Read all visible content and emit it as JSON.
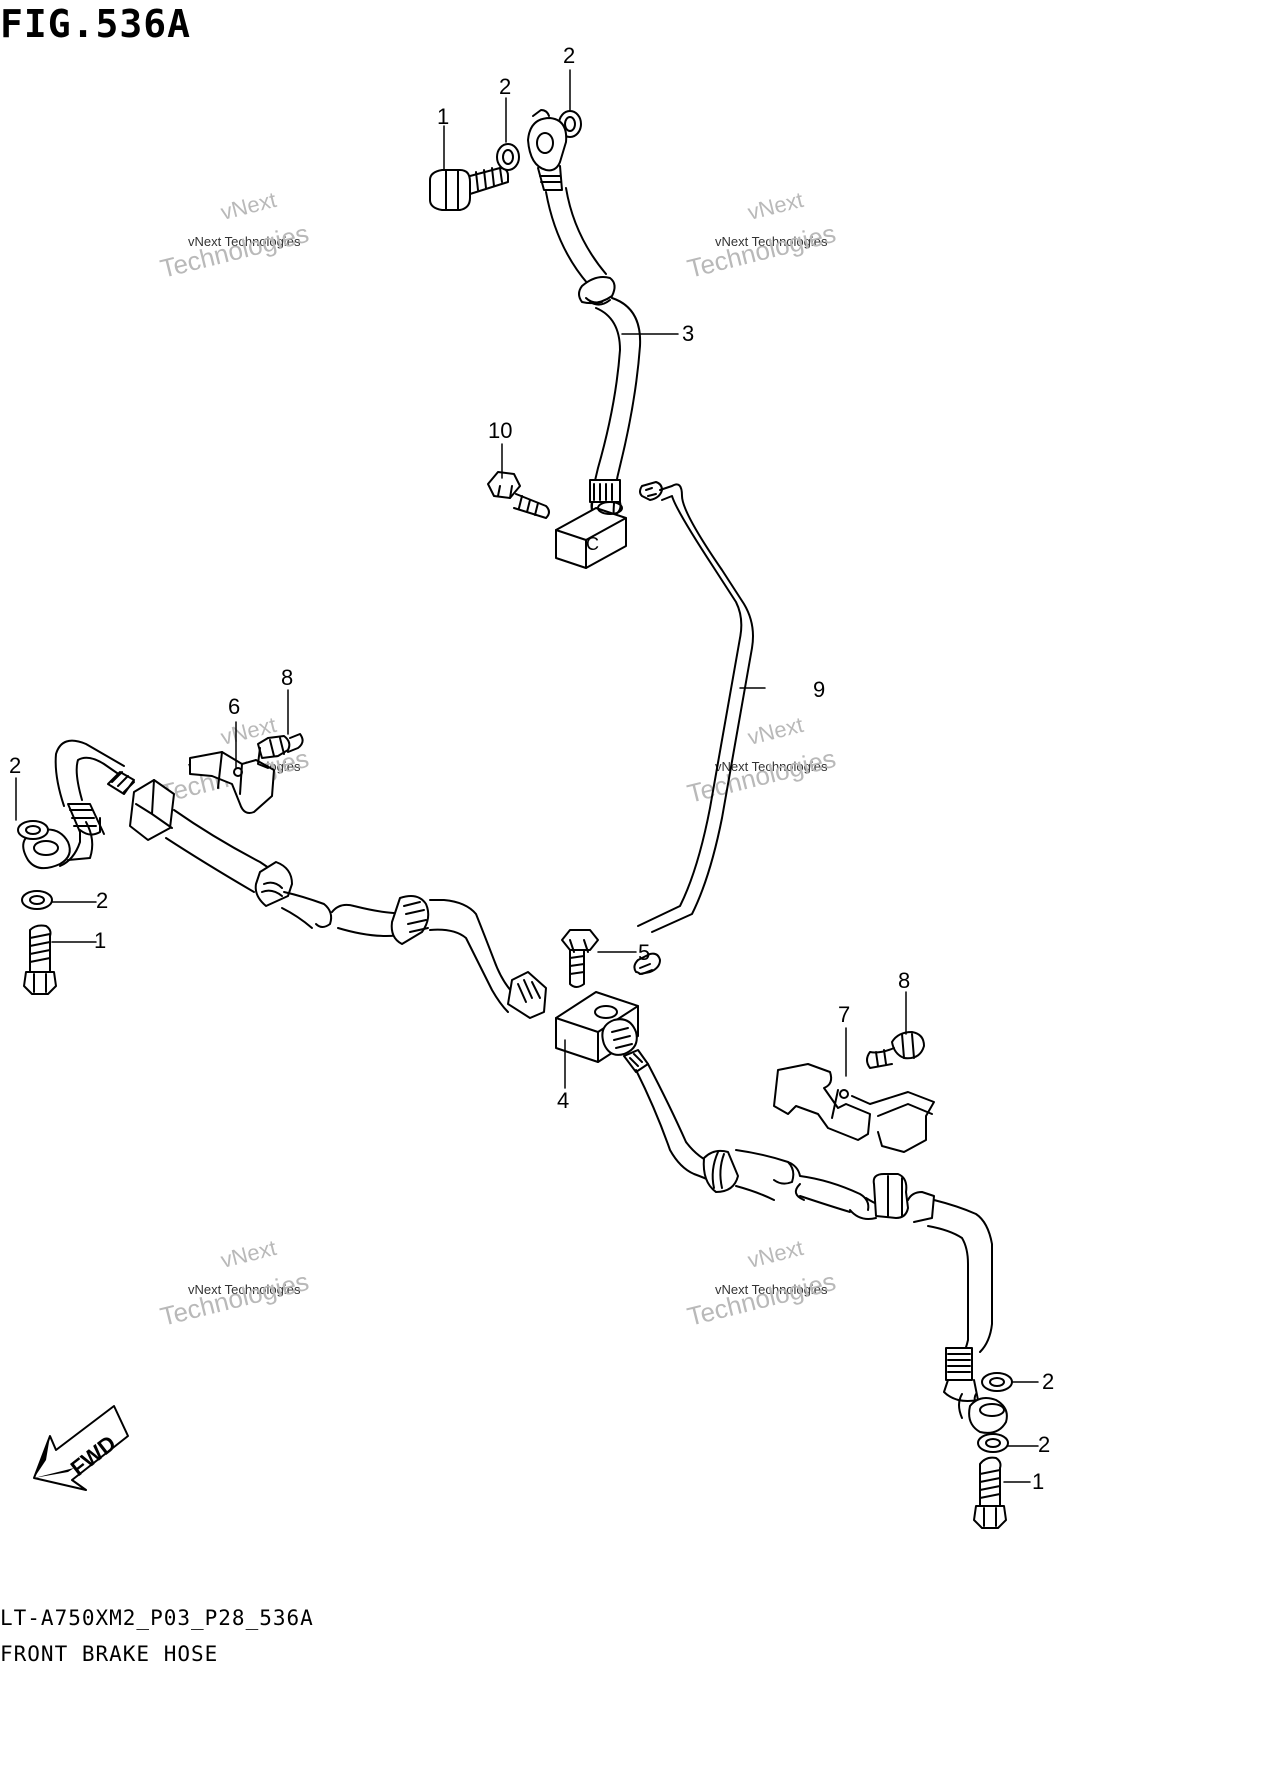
{
  "figure": {
    "title": "FIG.536A",
    "model_code": "LT-A750XM2_P03_P28_536A",
    "caption": "FRONT BRAKE HOSE"
  },
  "watermark": {
    "line1": "vNext",
    "line2": "vNext Technologies",
    "line3": "Technologies"
  },
  "fwd_label": "FWD",
  "junction_mark": "C",
  "callouts": {
    "c1a": "1",
    "c2a": "2",
    "c2b": "2",
    "c3": "3",
    "c10": "10",
    "c9": "9",
    "c6": "6",
    "c8a": "8",
    "c2c": "2",
    "c2d": "2",
    "c1b": "1",
    "c5": "5",
    "c4": "4",
    "c7": "7",
    "c8b": "8",
    "c2e": "2",
    "c2f": "2",
    "c1c": "1"
  }
}
